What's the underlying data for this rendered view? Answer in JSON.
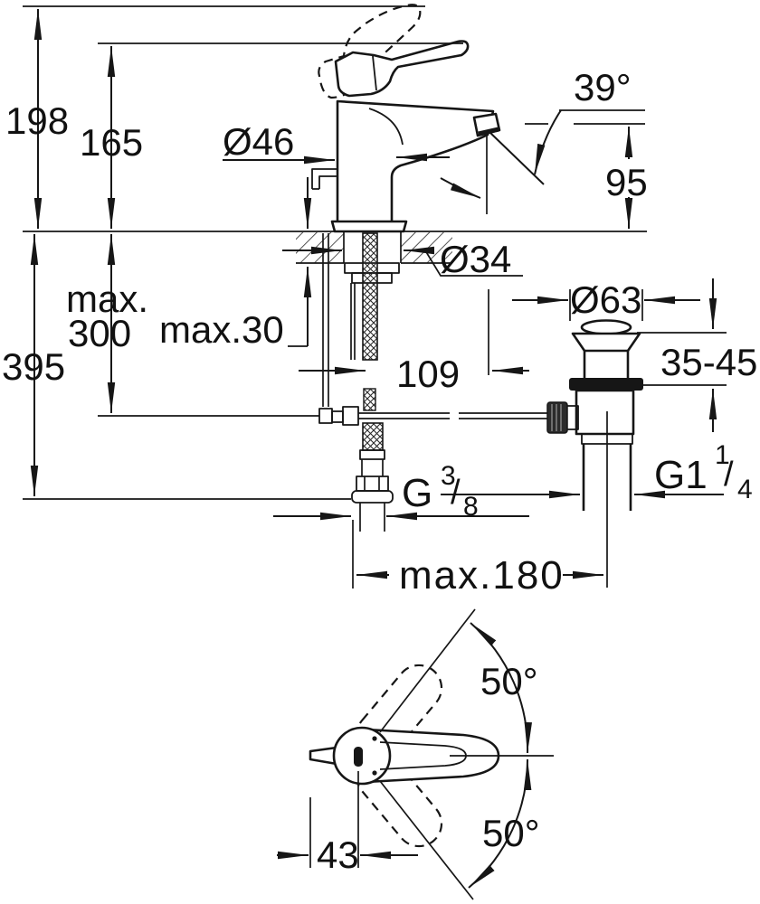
{
  "labels": {
    "overall_height": "198",
    "handle_top_height": "165",
    "body_diameter": "Ø46",
    "stream_angle": "39°",
    "outlet_height": "95",
    "shank_hole_diameter": "Ø34",
    "max_word": "max.",
    "max_under_counter": "300",
    "counter_thickness": "max.30",
    "overall_under_height": "395",
    "spout_projection": "109",
    "waste_flange_diameter": "Ø63",
    "basin_thickness": "35-45",
    "waste_thread_g": "G1",
    "waste_thread_sup": "1",
    "waste_thread_slash": "/",
    "waste_thread_sub": "4",
    "supply_thread_g": "G",
    "supply_thread_sup": "3",
    "supply_thread_slash": "/",
    "supply_thread_sub": "8",
    "max_rod_reach": "max.180",
    "handle_swing_up": "50°",
    "handle_swing_down": "50°",
    "handle_offset": "43"
  }
}
